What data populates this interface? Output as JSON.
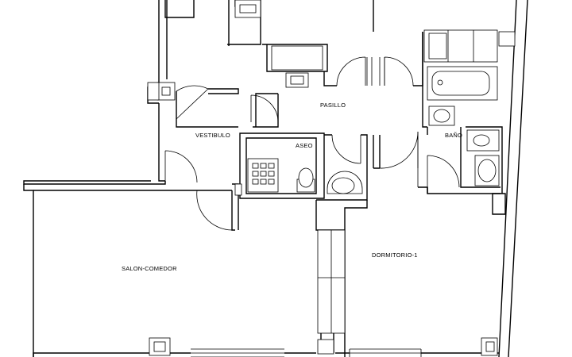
{
  "rooms": {
    "vestibulo": "VESTIBULO",
    "pasillo": "PASILLO",
    "aseo": "ASEO",
    "bano": "BAÑO",
    "salon": "SALON-COMEDOR",
    "dormitorio": "DORMITORIO-1"
  }
}
